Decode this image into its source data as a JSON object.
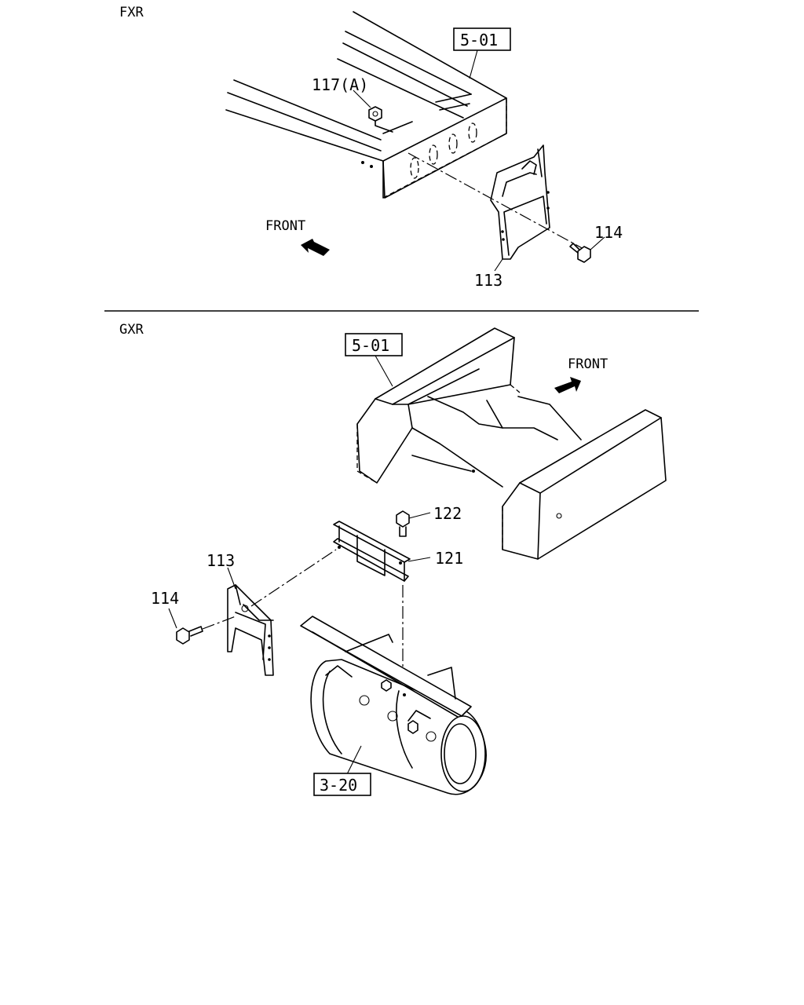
{
  "sections": {
    "fxr": {
      "title": "FXR",
      "ref_frame": "5-01",
      "front_label": "FRONT",
      "callouts": {
        "nut": "117(A)",
        "bolt": "114",
        "bracket": "113"
      }
    },
    "gxr": {
      "title": "GXR",
      "ref_frame": "5-01",
      "ref_tank": "3-20",
      "front_label": "FRONT",
      "callouts": {
        "bolt_top": "122",
        "plate": "121",
        "bracket": "113",
        "bolt_side": "114"
      }
    }
  }
}
